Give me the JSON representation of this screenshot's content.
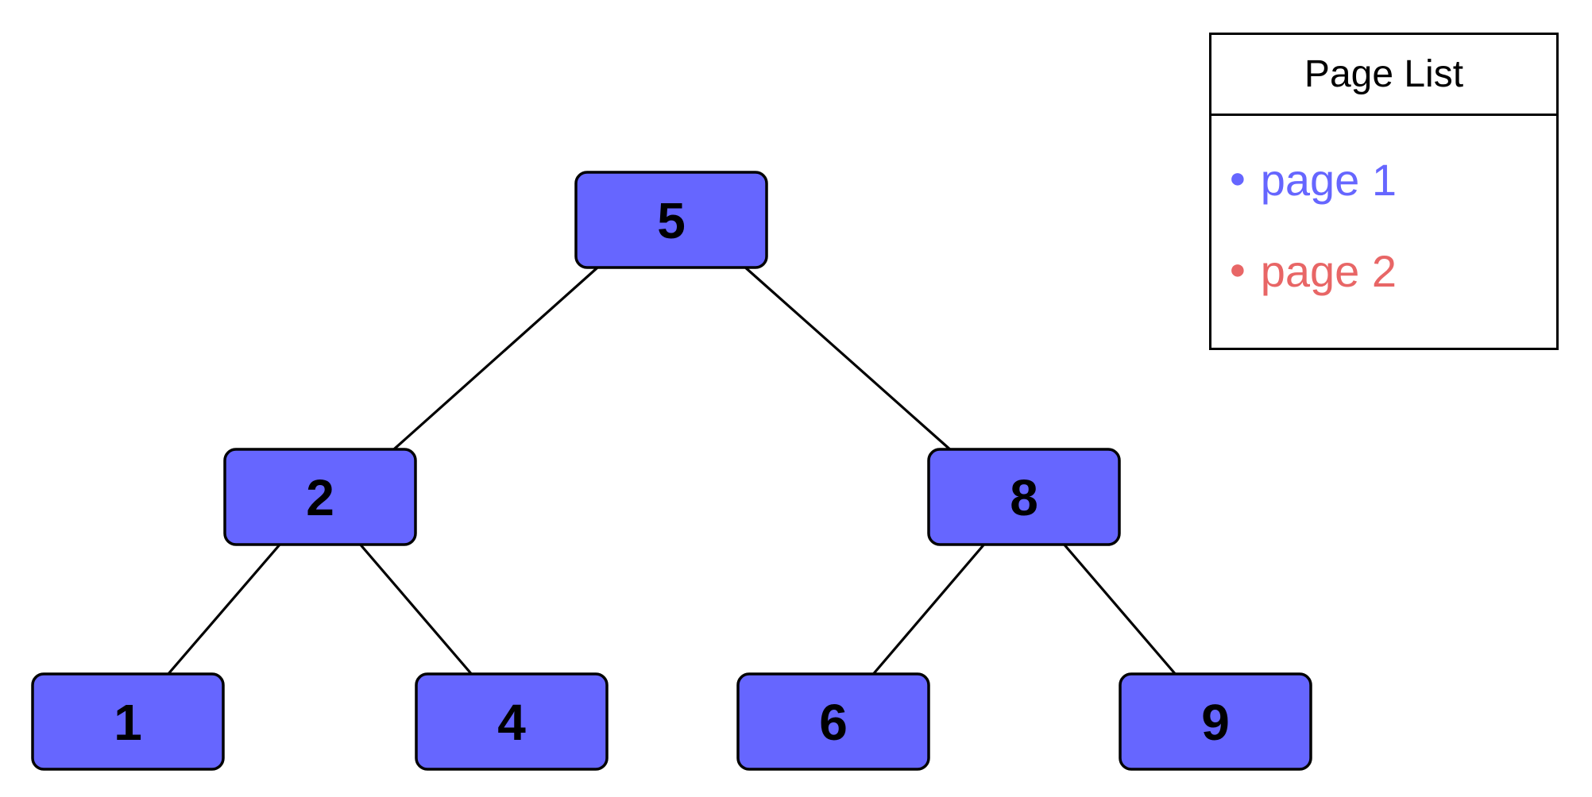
{
  "tree": {
    "nodes": [
      {
        "id": "n5",
        "label": "5",
        "parent": null
      },
      {
        "id": "n2",
        "label": "2",
        "parent": "n5"
      },
      {
        "id": "n8",
        "label": "8",
        "parent": "n5"
      },
      {
        "id": "n1",
        "label": "1",
        "parent": "n2"
      },
      {
        "id": "n4",
        "label": "4",
        "parent": "n2"
      },
      {
        "id": "n6",
        "label": "6",
        "parent": "n8"
      },
      {
        "id": "n9",
        "label": "9",
        "parent": "n8"
      }
    ]
  },
  "page_list": {
    "title": "Page List",
    "items": [
      {
        "label": "page 1",
        "color": "#6666ff"
      },
      {
        "label": "page 2",
        "color": "#e86666"
      }
    ]
  },
  "colors": {
    "node_fill": "#6666ff",
    "node_stroke": "#000000"
  }
}
